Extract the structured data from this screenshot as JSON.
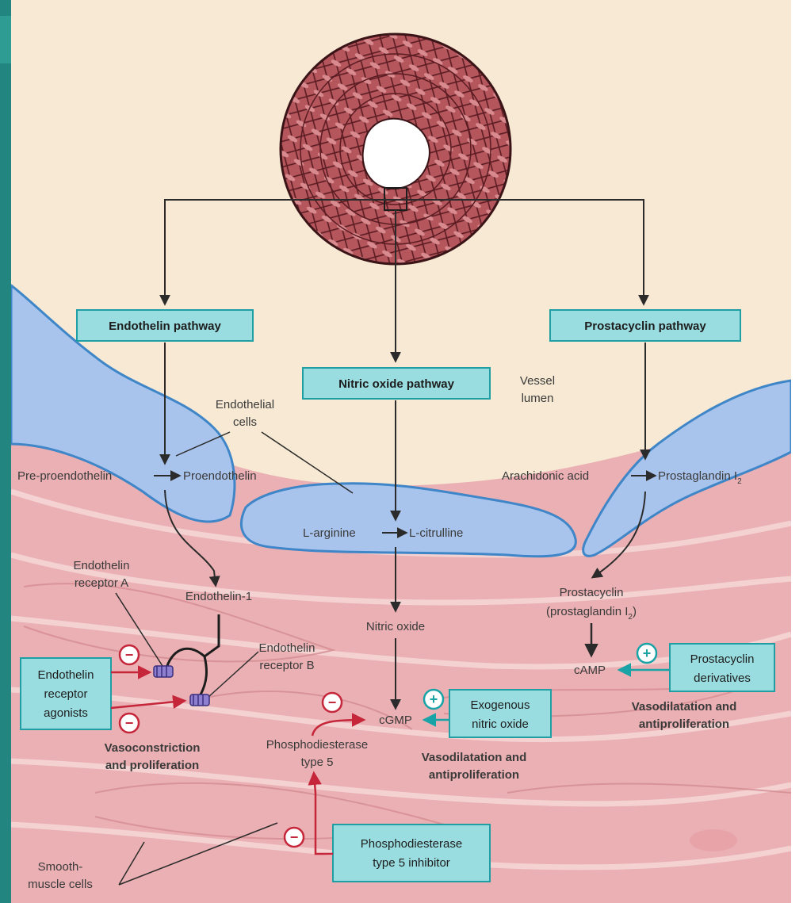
{
  "pathways": {
    "endothelin": "Endothelin pathway",
    "nitric_oxide": "Nitric oxide pathway",
    "prostacyclin": "Prostacyclin pathway"
  },
  "labels": {
    "vessel_lumen": [
      "Vessel",
      "lumen"
    ],
    "endothelial_cells": [
      "Endothelial",
      "cells"
    ],
    "pre_proendothelin": "Pre-proendothelin",
    "proendothelin": "Proendothelin",
    "l_arginine": "L-arginine",
    "l_citrulline": "L-citrulline",
    "arachidonic_acid": "Arachidonic acid",
    "prostaglandin": "Prostaglandin I",
    "prostaglandin_sub": "2",
    "endothelin_receptor_a": [
      "Endothelin",
      "receptor A"
    ],
    "endothelin_1": "Endothelin-1",
    "nitric_oxide": "Nitric oxide",
    "prostacyclin": [
      "Prostacyclin",
      "(prostaglandin I",
      "2",
      ")"
    ],
    "endothelin_receptor_b": [
      "Endothelin",
      "receptor B"
    ],
    "camp": "cAMP",
    "cgmp": "cGMP",
    "phosphodiesterase": [
      "Phosphodiesterase",
      "type 5"
    ],
    "smooth_muscle_cells": [
      "Smooth-",
      "muscle cells"
    ]
  },
  "boxes": {
    "endothelin_agonists": [
      "Endothelin",
      "receptor",
      "agonists"
    ],
    "exogenous_no": [
      "Exogenous",
      "nitric oxide"
    ],
    "prostacyclin_derivatives": [
      "Prostacyclin",
      "derivatives"
    ],
    "pde5_inhibitor": [
      "Phosphodiesterase",
      "type 5 inhibitor"
    ]
  },
  "outcomes": {
    "vasoconstriction": [
      "Vasoconstriction",
      "and proliferation"
    ],
    "vasodilatation_no": [
      "Vasodilatation and",
      "antiproliferation"
    ],
    "vasodilatation_pgi": [
      "Vasodilatation and",
      "antiproliferation"
    ]
  },
  "signs": {
    "minus": "−",
    "plus": "+"
  },
  "colors": {
    "background": "#f7e9d3",
    "endothelium": "#a9c4ec",
    "endothelium_stroke": "#3f86c8",
    "smooth_muscle": "#eab0b3",
    "box_fill": "#9adde0",
    "box_stroke": "#1f9ea3",
    "inhibit_arrow": "#c5263a",
    "stimulate_arrow": "#1aa3a6",
    "frame": "#22857f"
  }
}
